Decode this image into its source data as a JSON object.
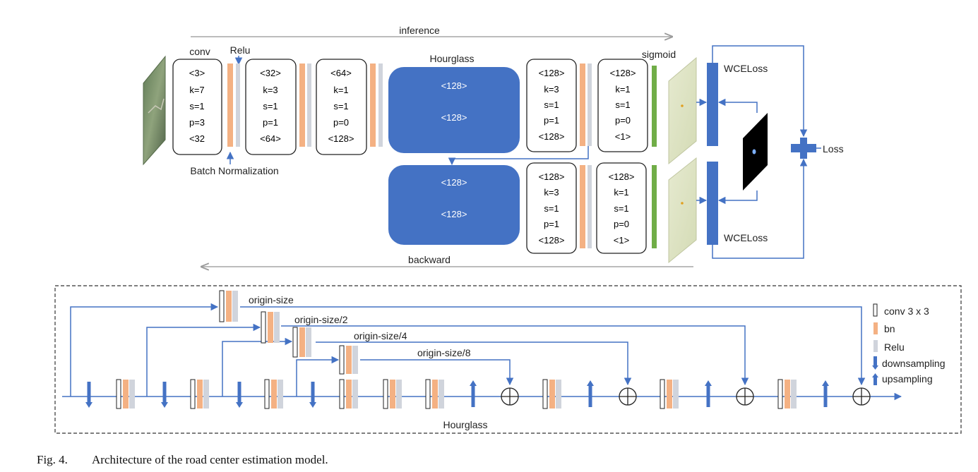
{
  "top": {
    "inference": "inference",
    "backward": "backward",
    "conv_label": "conv",
    "relu_label": "Relu",
    "bn_label": "Batch Normalization",
    "hourglass_label": "Hourglass",
    "sigmoid_label": "sigmoid",
    "wce_top": "WCELoss",
    "wce_bottom": "WCELoss",
    "loss": "Loss",
    "conv_blocks": [
      [
        "<3>",
        "k=7",
        "s=1",
        "p=3",
        "<32"
      ],
      [
        "<32>",
        "k=3",
        "s=1",
        "p=1",
        "<64>"
      ],
      [
        "<64>",
        "k=1",
        "s=1",
        "p=0",
        "<128>"
      ]
    ],
    "hourglass_blocks": [
      [
        "<128>",
        "<128>"
      ],
      [
        "<128>",
        "<128>"
      ]
    ],
    "head_top": [
      [
        "<128>",
        "k=3",
        "s=1",
        "p=1",
        "<128>"
      ],
      [
        "<128>",
        "k=1",
        "s=1",
        "p=0",
        "<1>"
      ]
    ],
    "head_bottom": [
      [
        "<128>",
        "k=3",
        "s=1",
        "p=1",
        "<128>"
      ],
      [
        "<128>",
        "k=1",
        "s=1",
        "p=0",
        "<1>"
      ]
    ]
  },
  "bottom": {
    "skip_labels": [
      "origin-size",
      "origin-size/2",
      "origin-size/4",
      "origin-size/8"
    ],
    "hourglass_label": "Hourglass",
    "legend": [
      "conv 3 x 3",
      "bn",
      "Relu",
      "downsampling",
      "upsampling"
    ]
  },
  "colors": {
    "blue": "#4472c4",
    "salmon": "#f4b183",
    "gray": "#d0d4dc",
    "green": "#70ad47",
    "arrow_gray": "#a6a6a6"
  },
  "caption": {
    "number": "Fig. 4.",
    "text": "Architecture of the road center estimation model."
  }
}
